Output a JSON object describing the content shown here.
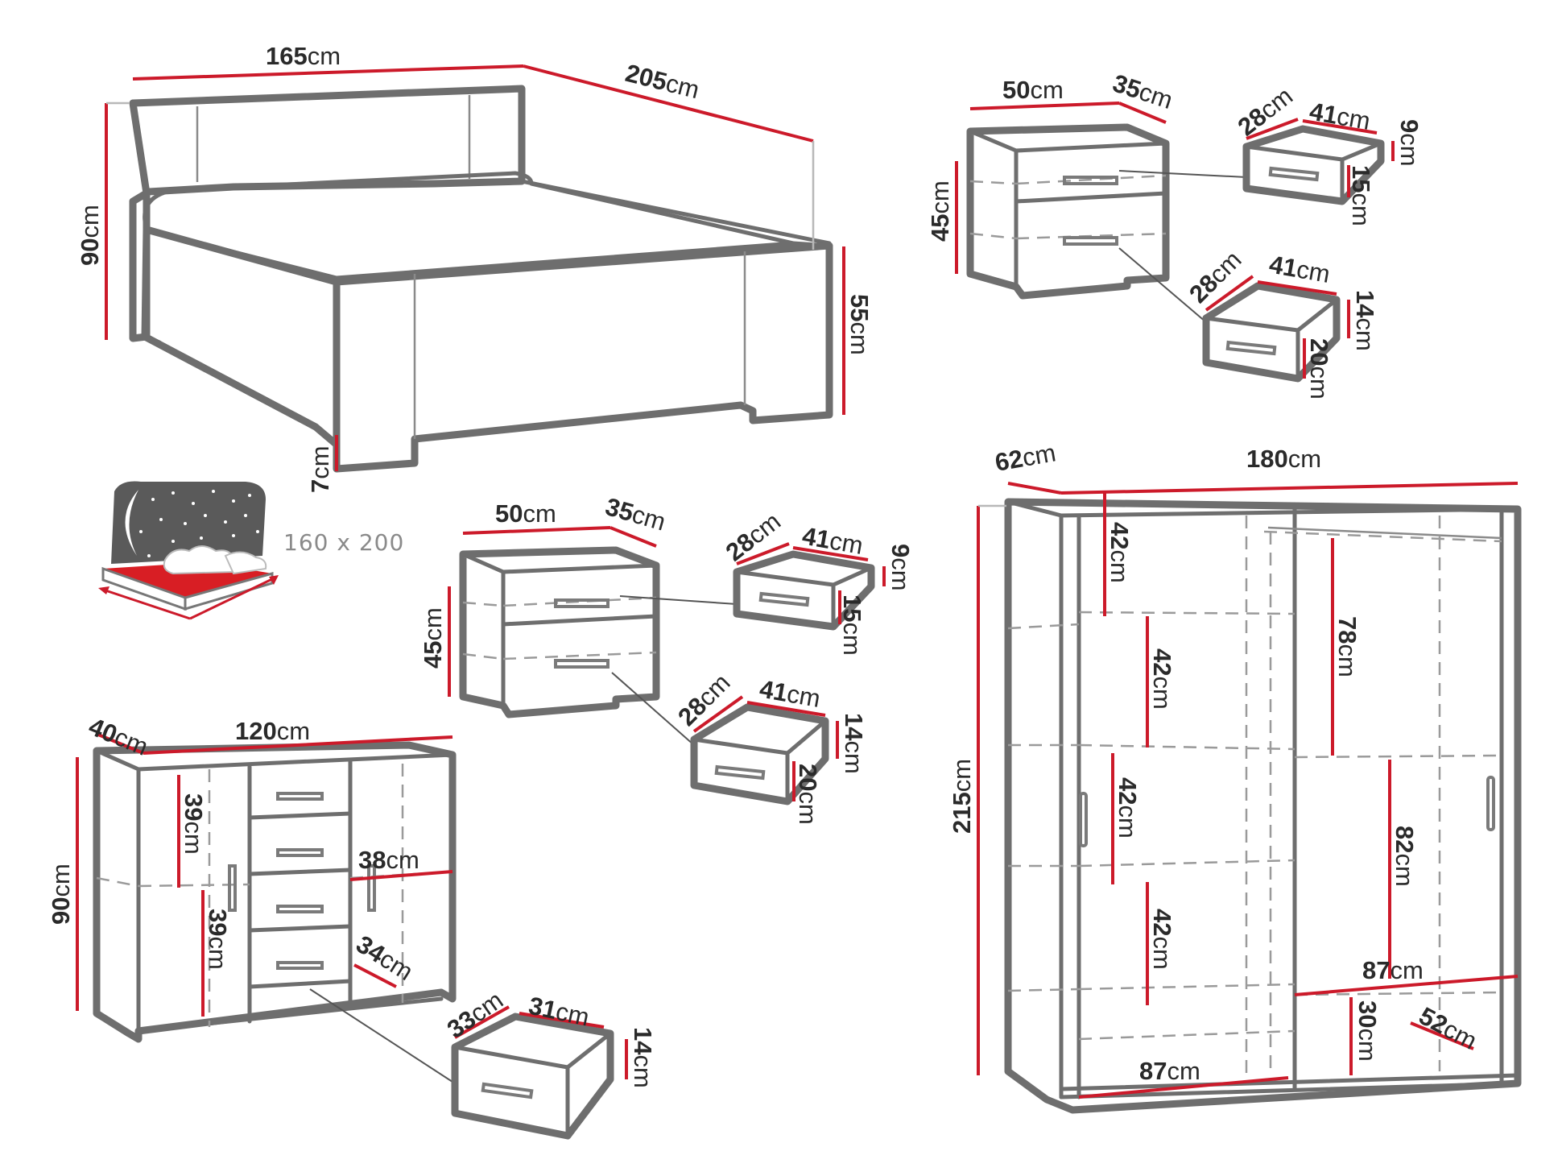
{
  "bed": {
    "width": "165",
    "length": "205",
    "headboard_height": "90",
    "footboard_height": "55",
    "clearance": "7",
    "unit": "cm"
  },
  "mattress_size": "160 x 200",
  "nightstand_1": {
    "width": "50",
    "depth": "35",
    "height": "45",
    "drawer_small": {
      "depth": "28",
      "width": "41",
      "inner_height": "9",
      "height": "15"
    },
    "drawer_large": {
      "depth": "28",
      "width": "41",
      "inner_height": "14",
      "height": "20"
    },
    "unit": "cm"
  },
  "nightstand_2": {
    "width": "50",
    "depth": "35",
    "height": "45",
    "drawer_small": {
      "depth": "28",
      "width": "41",
      "inner_height": "9",
      "height": "15"
    },
    "drawer_large": {
      "depth": "28",
      "width": "41",
      "inner_height": "14",
      "height": "20"
    },
    "unit": "cm"
  },
  "dresser": {
    "depth": "40",
    "width": "120",
    "height": "90",
    "compartment_upper": "39",
    "compartment_lower": "39",
    "shelf_width": "38",
    "shelf_depth": "34",
    "drawer": {
      "depth": "33",
      "width": "31",
      "height": "14"
    },
    "unit": "cm"
  },
  "wardrobe": {
    "depth": "62",
    "width": "180",
    "height": "215",
    "left_shelf_1": "42",
    "left_shelf_2": "42",
    "left_shelf_3": "42",
    "left_shelf_4": "42",
    "right_upper": "78",
    "right_lower": "82",
    "right_bottom_width": "87",
    "left_bottom_width": "87",
    "bottom_drawer_height": "30",
    "bottom_drawer_depth": "52",
    "unit": "cm"
  }
}
